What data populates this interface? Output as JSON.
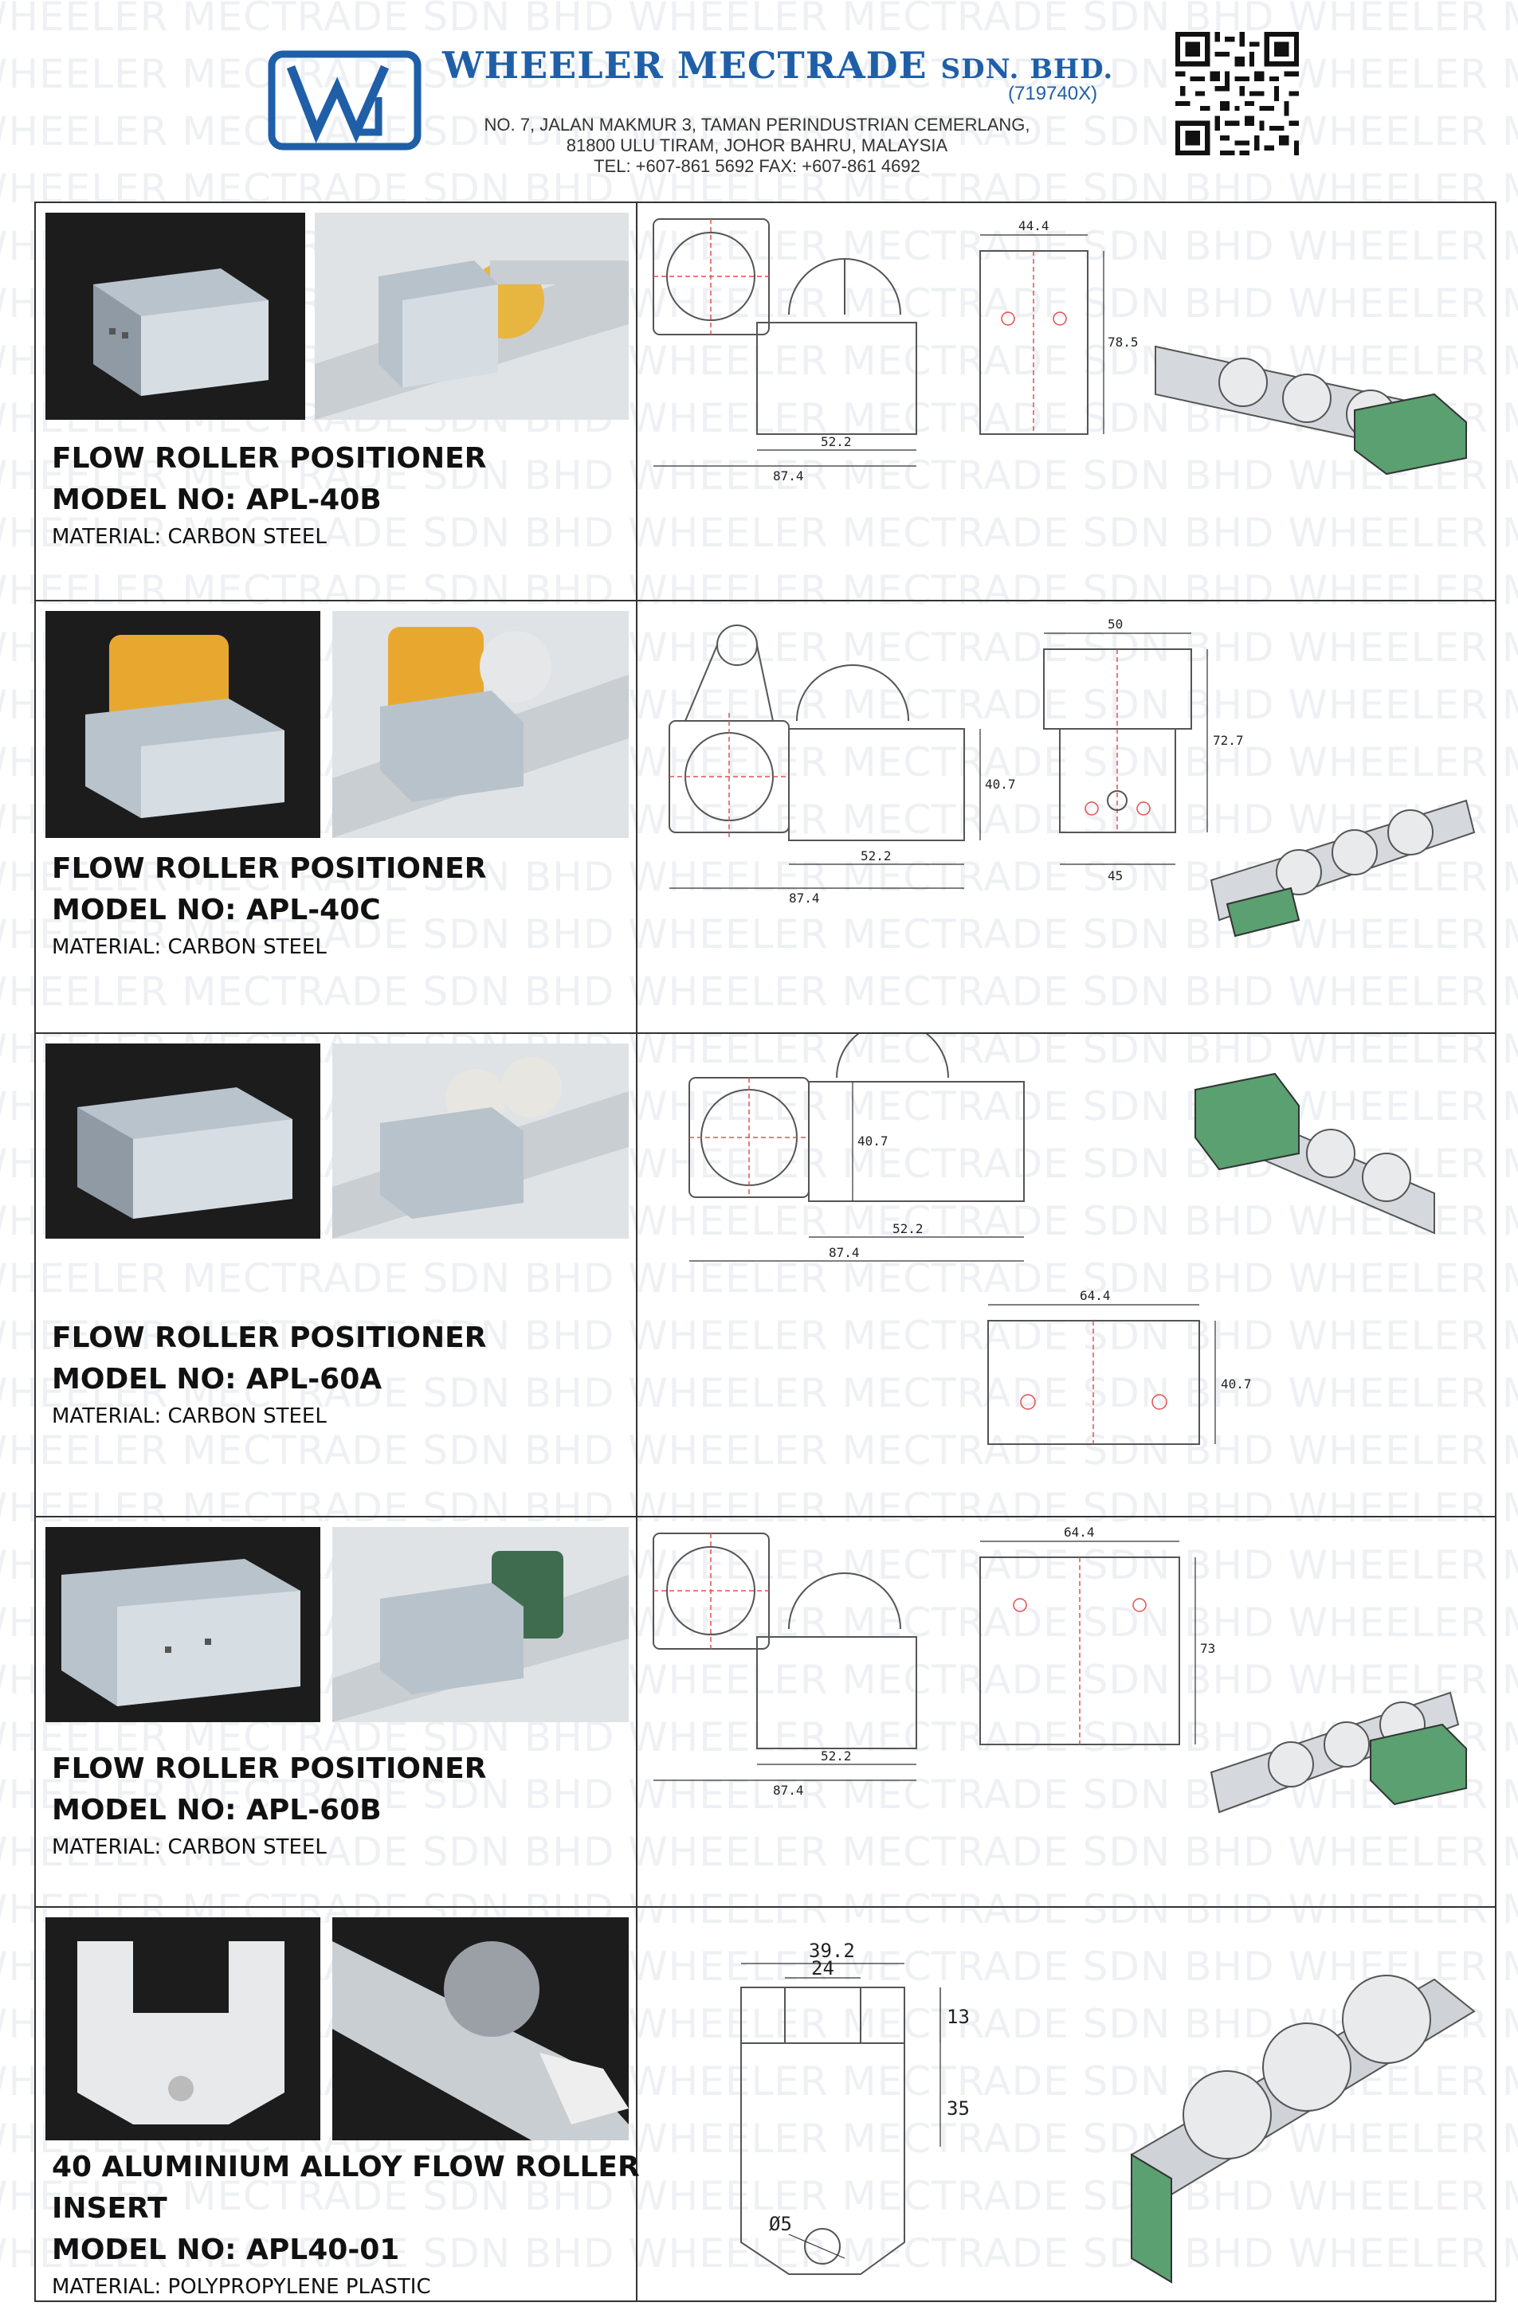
{
  "header": {
    "company_name": "WHEELER MECTRADE",
    "company_suffix": "SDN. BHD.",
    "registration": "(719740X)",
    "address_line1": "NO. 7, JALAN MAKMUR 3, TAMAN PERINDUSTRIAN CEMERLANG,",
    "address_line2": "81800 ULU TIRAM, JOHOR BAHRU, MALAYSIA",
    "contact": "TEL: +607-861 5692  FAX: +607-861 4692",
    "brand_color": "#1f5fa8"
  },
  "watermark": {
    "text": "WHEELER MECTRADE SDN BHD  WHEELER MECTRADE SDN BHD  WHEELER MECTRADE SDN BHD  WHEELER MECTRADE SDN BHD"
  },
  "products": [
    {
      "title_line1": "FLOW ROLLER POSITIONER",
      "title_line2": "",
      "model": "MODEL NO: APL-40B",
      "material": "MATERIAL: CARBON STEEL",
      "dims": {
        "d1": "44.4",
        "d2": "78.5",
        "d3": "52.2",
        "d4": "87.4"
      }
    },
    {
      "title_line1": "FLOW ROLLER POSITIONER",
      "title_line2": "",
      "model": "MODEL NO: APL-40C",
      "material": "MATERIAL: CARBON STEEL",
      "dims": {
        "d1": "50",
        "d2": "72.7",
        "d3": "40.7",
        "d4": "52.2",
        "d5": "87.4",
        "d6": "45"
      }
    },
    {
      "title_line1": "FLOW ROLLER POSITIONER",
      "title_line2": "",
      "model": "MODEL NO: APL-60A",
      "material": "MATERIAL: CARBON STEEL",
      "dims": {
        "d1": "40.7",
        "d2": "52.2",
        "d3": "87.4",
        "d4": "64.4",
        "d5": "40.7"
      }
    },
    {
      "title_line1": "FLOW ROLLER POSITIONER",
      "title_line2": "",
      "model": "MODEL NO: APL-60B",
      "material": "MATERIAL: CARBON STEEL",
      "dims": {
        "d1": "64.4",
        "d2": "73",
        "d3": "52.2",
        "d4": "87.4"
      }
    },
    {
      "title_line1": "40 ALUMINIUM ALLOY FLOW ROLLER",
      "title_line2": "INSERT",
      "model": "MODEL NO: APL40-01",
      "material": "MATERIAL: POLYPROPYLENE PLASTIC",
      "dims": {
        "d1": "39.2",
        "d2": "24",
        "d3": "13",
        "d4": "35",
        "d5": "Ø5"
      }
    }
  ]
}
